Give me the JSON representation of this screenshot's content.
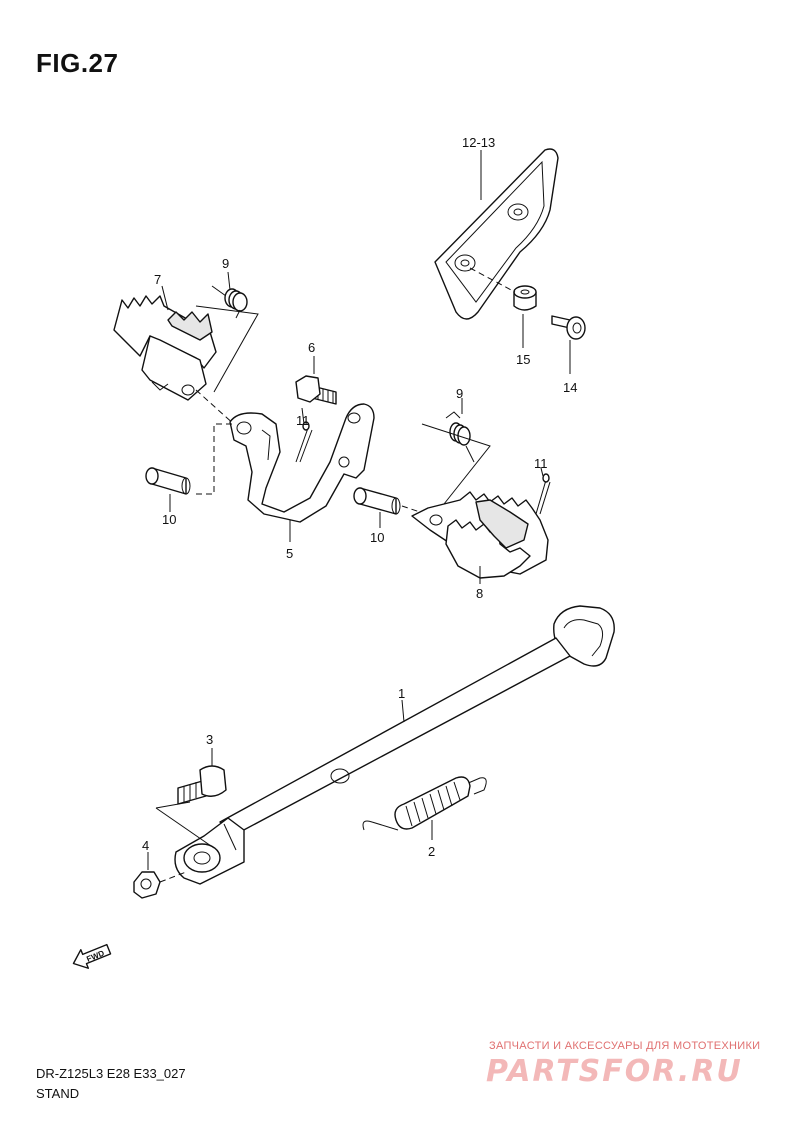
{
  "figure": {
    "title": "FIG.27"
  },
  "callouts": {
    "p1": "1",
    "p2": "2",
    "p3": "3",
    "p4": "4",
    "p5": "5",
    "p6": "6",
    "p7": "7",
    "p8": "8",
    "p9a": "9",
    "p9b": "9",
    "p10a": "10",
    "p10b": "10",
    "p11a": "11",
    "p11b": "11",
    "p12_13": "12-13",
    "p14": "14",
    "p15": "15"
  },
  "direction_marker": {
    "text": "FWD",
    "icon": "fwd-arrow-icon"
  },
  "footer": {
    "model": "DR-Z125L3 E28 E33_027",
    "section": "STAND"
  },
  "watermark": {
    "tagline": "ЗАПЧАСТИ И АКСЕССУАРЫ ДЛЯ МОТОТЕХНИКИ",
    "logo": "PARTSFOR.RU"
  },
  "colors": {
    "line": "#111111",
    "watermark": "#e07070",
    "watermark_logo": "#f3b8b8"
  }
}
